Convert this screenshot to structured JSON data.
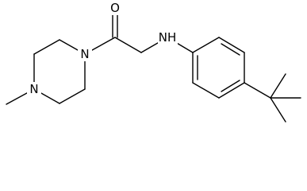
{
  "molecule": {
    "atoms": {
      "oxygen": "O",
      "amide_nitrogen": "N",
      "amine_nitrogen": "NH",
      "methyl_nitrogen": "N"
    }
  }
}
